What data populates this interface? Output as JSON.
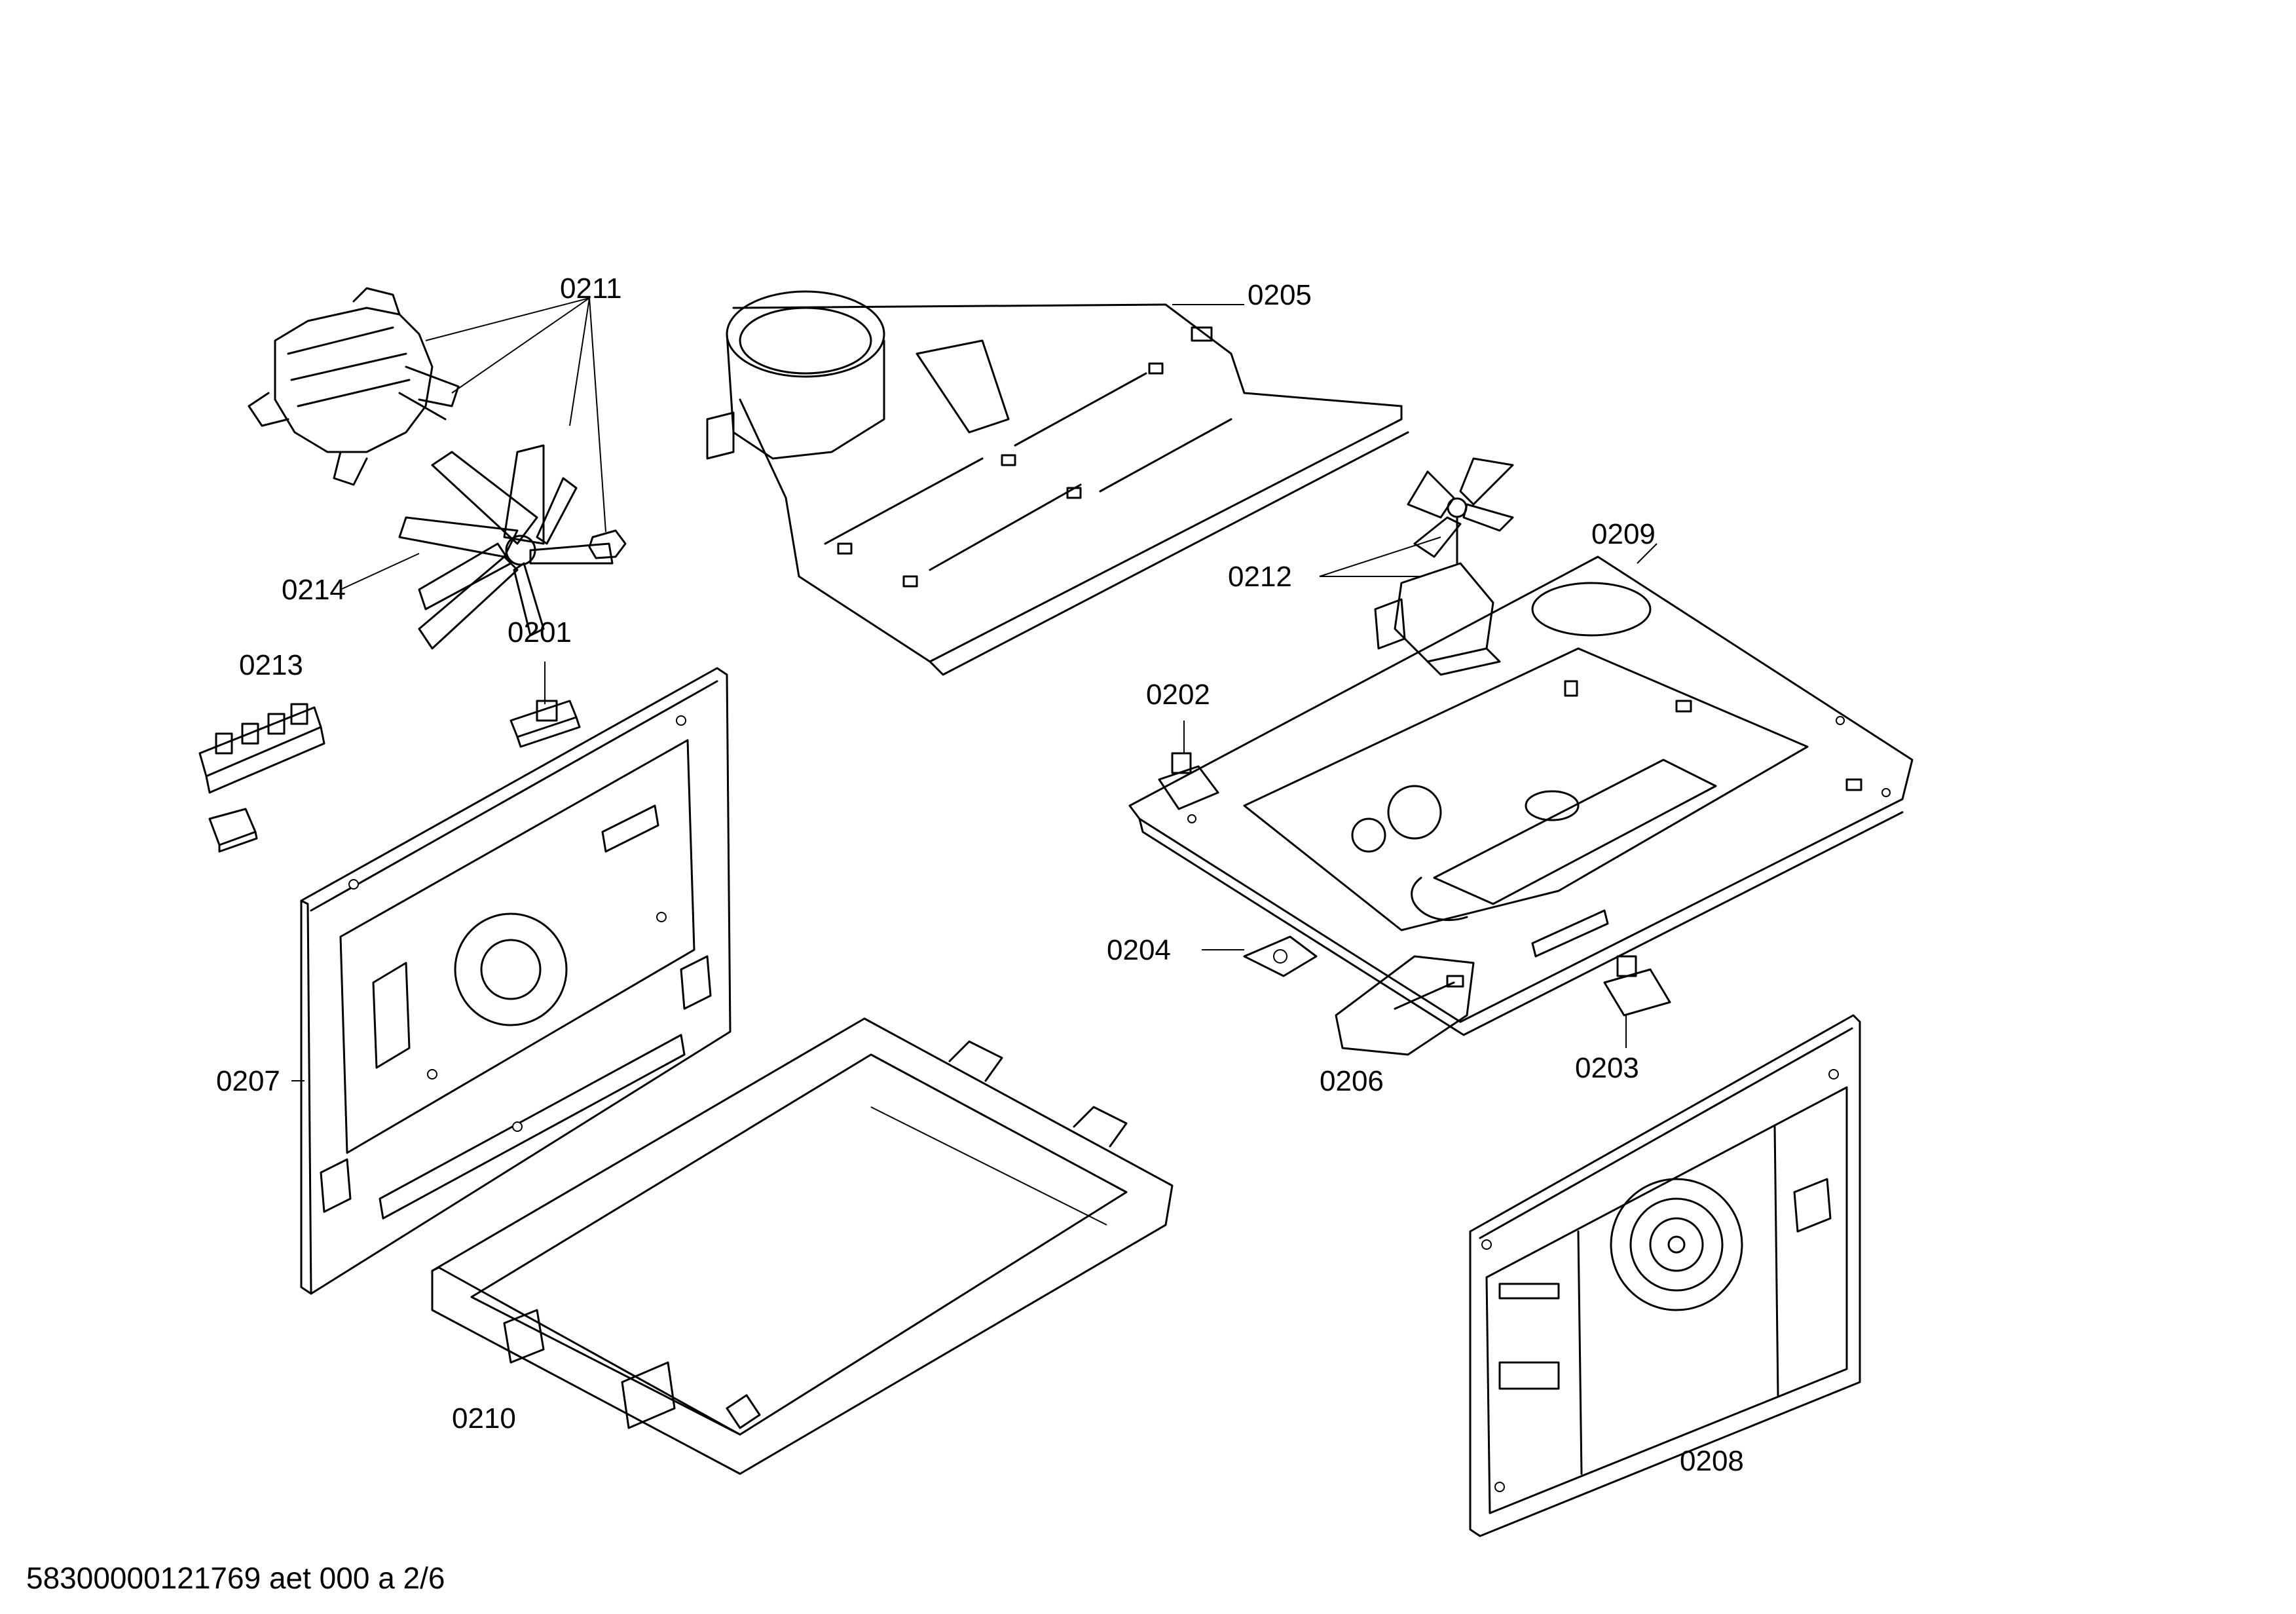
{
  "labels": {
    "p0201": "0201",
    "p0202": "0202",
    "p0203": "0203",
    "p0204": "0204",
    "p0205": "0205",
    "p0206": "0206",
    "p0207": "0207",
    "p0208": "0208",
    "p0209": "0209",
    "p0210": "0210",
    "p0211": "0211",
    "p0212": "0212",
    "p0213": "0213",
    "p0214": "0214"
  },
  "footer": {
    "document_code": "58300000121769 aet 000 a 2/6"
  }
}
